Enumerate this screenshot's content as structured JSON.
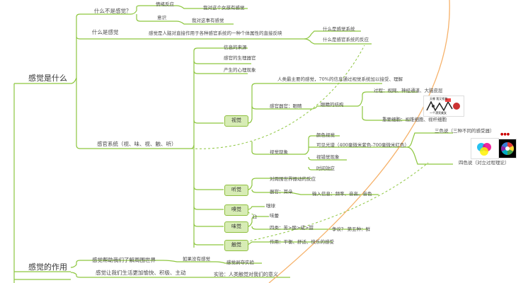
{
  "diagram": {
    "root_top": "感觉是什么",
    "root_bottom": "感觉的作用",
    "b1": "什么不是感觉？",
    "b1a": "情绪反应",
    "b1a1": "我对这个女孩有感觉",
    "b1b": "意识",
    "b1b1": "我对这事有感觉",
    "b2": "什么是感觉",
    "b2a": "感觉是人脑对直接作用于各种感官系统的一种个体属性的直接反映",
    "b2a1": "什么是感觉系统",
    "b2a2": "什么是感官系统的反应",
    "b3": "感官系统（视、味、视、触、听）",
    "b3a": "信息的来源",
    "b3b": "感官的生理器官",
    "b3c": "产生的心理现象",
    "vision": "视觉",
    "v1": "人类最主要的感觉，70%的信息通过视觉系统加以接受、理解",
    "v2": "感官器官：眼睛",
    "v2a": "眼睛的结构",
    "v2a1": "过程：视网、神经通道、大脑皮层",
    "v2a2": "重要细胞：视锥细胞、视杆细胞",
    "v3": "视觉现象",
    "v3a": "颜色视觉",
    "v3b": "可见光谱（400毫微米紫色-700毫微米红色）",
    "v3b1": "三色说（三种不同的感受器）",
    "v3b2": "四色说（对立过程理论）",
    "v3c": "视错觉现象",
    "v3d": "时间效应",
    "hearing": "听觉",
    "h1": "对周围世界振动的反应",
    "h2": "器官：耳朵",
    "h2a": "输入信息：频率、音高、音色",
    "smell": "嗅觉",
    "s1": "嗅球",
    "taste": "味觉",
    "tt1": "味蕾",
    "tt2": "四类：苦>酸>咸>甜",
    "tt2a": "争议？ 第五种：鲜",
    "mark": "Ω",
    "touch": "触觉",
    "to1": "作用：平衡、舒适、快乐的感受",
    "c1": "感觉帮助我们了解周围世界",
    "c1a": "如果没有感觉",
    "c1a1": "感觉剥夺实验",
    "c2": "感觉让我们生活更加愉快、积极、主动",
    "c2a": "实验：人类触觉对我们的意义",
    "illus_caption": "天哪 我又找到",
    "illus_sub": "一个漂亮美女"
  }
}
